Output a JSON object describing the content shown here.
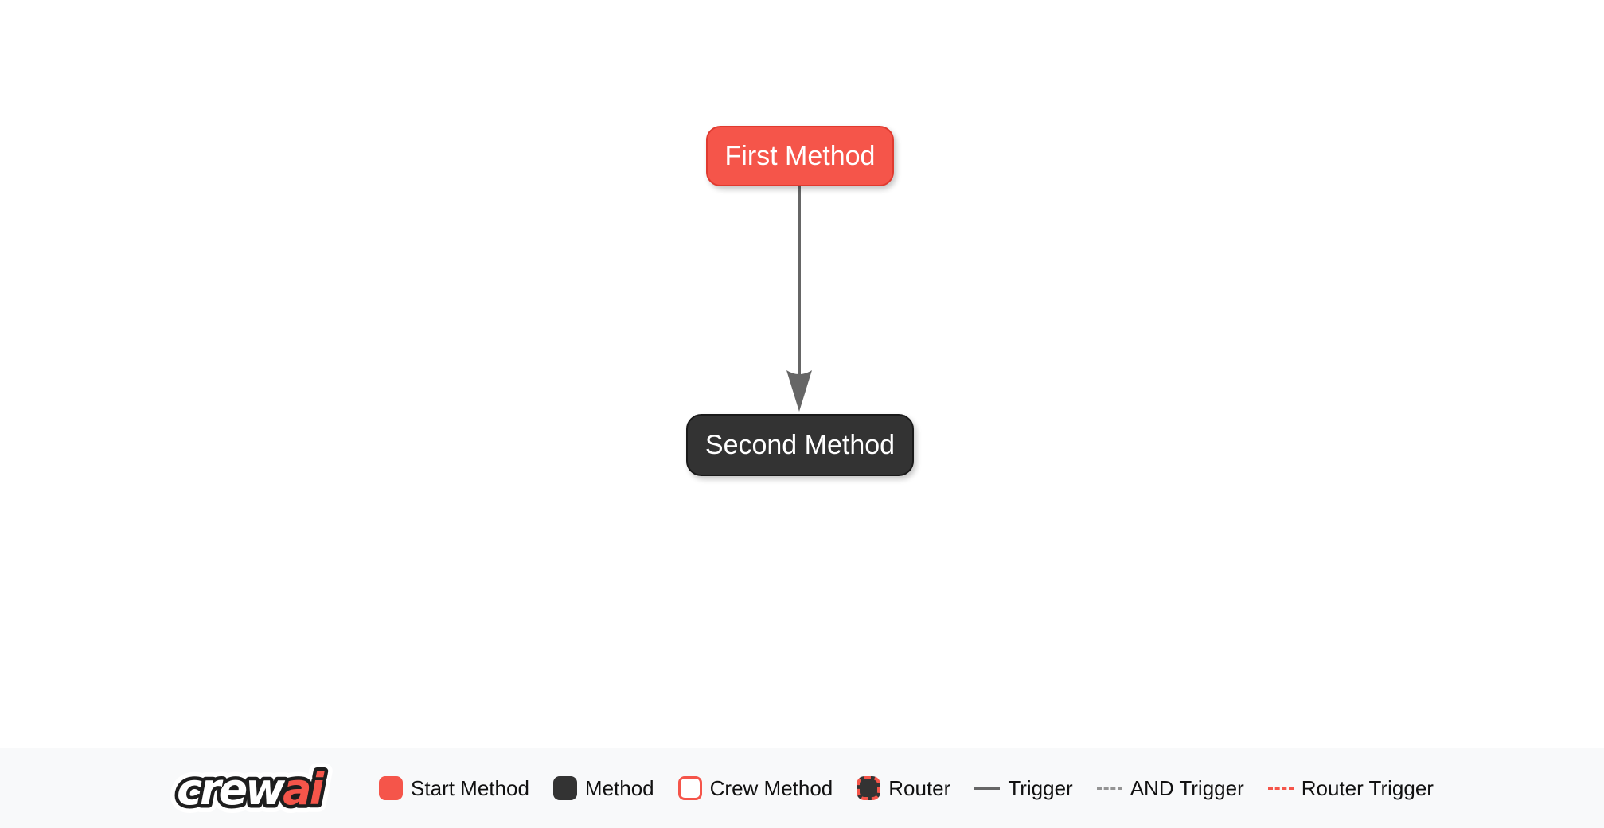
{
  "flow": {
    "nodes": [
      {
        "label": "First Method",
        "type": "start-method",
        "color": "#F5554A",
        "border": "#E03A2F",
        "text_color": "#FFFFFF"
      },
      {
        "label": "Second Method",
        "type": "method",
        "color": "#333333",
        "border": "#1A1A1A",
        "text_color": "#FFFFFF"
      }
    ],
    "edges": [
      {
        "from": "First Method",
        "to": "Second Method",
        "type": "trigger",
        "color": "#666666",
        "direction": "down"
      }
    ]
  },
  "logo": {
    "part1": "crew",
    "part2": "ai",
    "part1_color": "#FFFFFF",
    "part2_color": "#F5554A",
    "outline_color": "#1E1E1E"
  },
  "legend": {
    "items": [
      {
        "label": "Start Method",
        "swatch": "start-method-square",
        "color": "#F5554A"
      },
      {
        "label": "Method",
        "swatch": "method-square",
        "color": "#333333"
      },
      {
        "label": "Crew Method",
        "swatch": "crew-method-square",
        "color": "#FFFFFF",
        "border": "#F5554A"
      },
      {
        "label": "Router",
        "swatch": "router-square",
        "color": "#333333",
        "border": "#F5554A",
        "border_style": "dashed"
      },
      {
        "label": "Trigger",
        "swatch": "solid-line",
        "color": "#666666"
      },
      {
        "label": "AND Trigger",
        "swatch": "dashed-line",
        "color": "#949494"
      },
      {
        "label": "Router Trigger",
        "swatch": "dashed-line",
        "color": "#F5554A"
      }
    ]
  },
  "colors": {
    "canvas_bg": "#FFFFFF",
    "footer_bg": "#F8F9FA",
    "legend_text": "#111111"
  }
}
